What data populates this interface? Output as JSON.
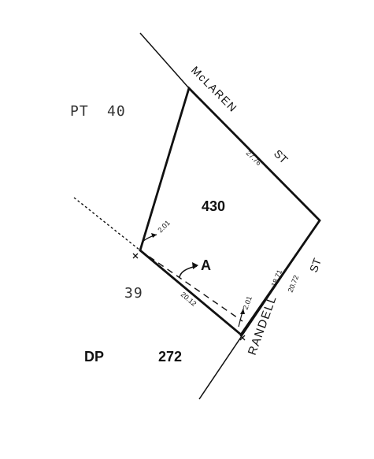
{
  "labels": {
    "parcel_pt": "PT",
    "parcel_pt_number": "40",
    "lot_number": "430",
    "neighbor_lot": "39",
    "plan_dp": "DP",
    "plan_dp_number": "272",
    "point_label": "A"
  },
  "streets": {
    "mclaren": "McLAREN",
    "st_1": "ST",
    "randell": "RANDELL",
    "st_2": "ST"
  },
  "measurements": {
    "north_east_side": "27.76",
    "south_east_inner": "18.71",
    "south_east_outer": "20.72",
    "south_west_side": "20.12",
    "offset_west": "2.01",
    "offset_south": "2.01"
  }
}
